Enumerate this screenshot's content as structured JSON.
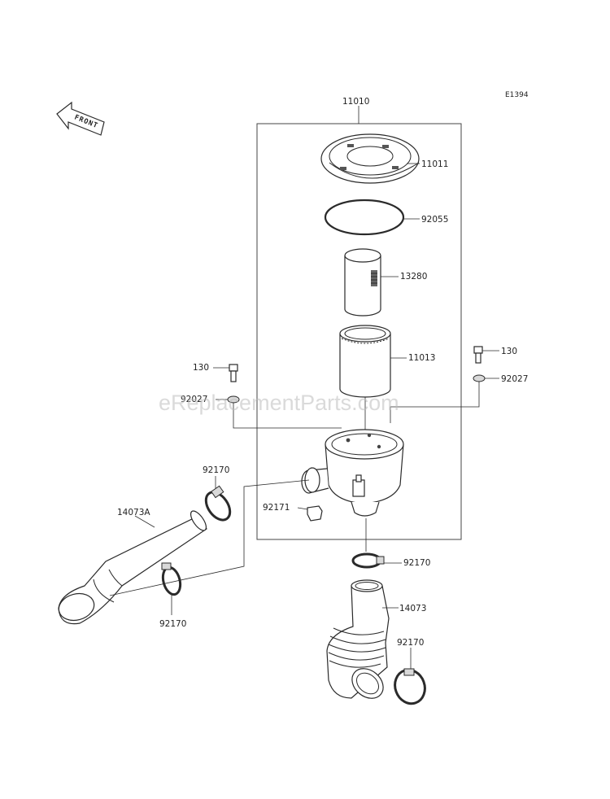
{
  "diagram_code": "E1394",
  "front_label": "FRONT",
  "watermark": "eReplacementParts.com",
  "callouts": {
    "assembly": "11010",
    "cap": "11011",
    "oring": "92055",
    "inner_element": "13280",
    "outer_element": "11013",
    "bolt_left": "130",
    "bolt_right": "130",
    "washer_left": "92027",
    "washer_right": "92027",
    "clamp_upper_left": "92170",
    "clamp_lower_left": "92170",
    "clamp_mid_right": "92170",
    "clamp_bottom_right": "92170",
    "clip": "92171",
    "duct_left": "14073A",
    "duct_bottom": "14073"
  }
}
